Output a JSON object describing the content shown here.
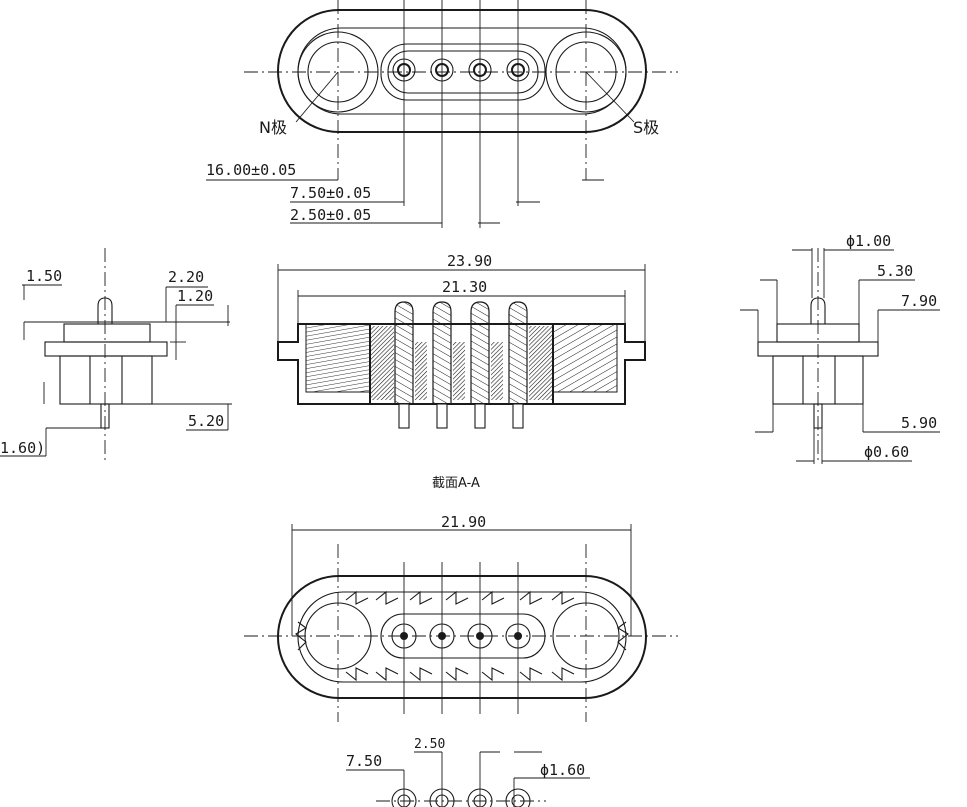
{
  "labels": {
    "n_pole": "N极",
    "s_pole": "S极",
    "section": "截面A-A"
  },
  "top_view_dims": {
    "d1": "16.00±0.05",
    "d2": "7.50±0.05",
    "d3": "2.50±0.05"
  },
  "left_view_dims": {
    "a": "1.50",
    "b": "2.20",
    "c": "1.20",
    "d": "5.20",
    "e": "1.60)"
  },
  "section_dims": {
    "overall": "23.90",
    "inner": "21.30"
  },
  "right_view_dims": {
    "pin_dia": "ϕ1.00",
    "a": "5.30",
    "b": "7.90",
    "c": "5.90",
    "tail_dia": "ϕ0.60"
  },
  "bottom_view_dims": {
    "overall": "21.90"
  },
  "footprint_dims": {
    "pitch": "2.50",
    "span": "7.50",
    "hole_dia": "ϕ1.60"
  }
}
